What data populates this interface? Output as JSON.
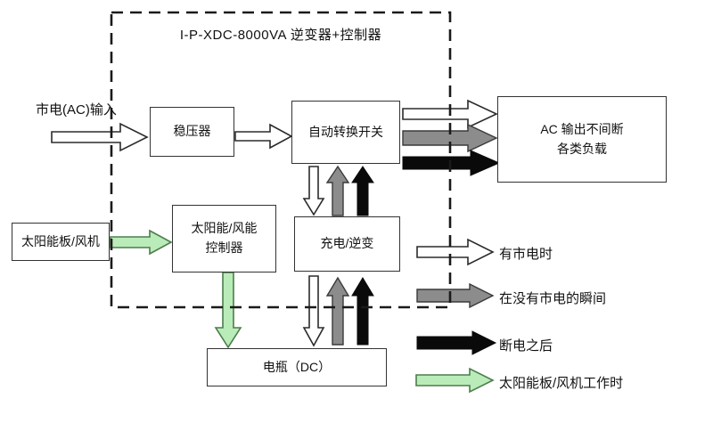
{
  "diagram": {
    "title": "I-P-XDC-8000VA 逆变器+控制器",
    "input_label": "市电(AC)输入",
    "boxes": {
      "stabilizer": "稳压器",
      "transfer_switch": "自动转换开关",
      "ac_output_line1": "AC 输出不间断",
      "ac_output_line2": "各类负载",
      "solar_panel": "太阳能板/风机",
      "solar_controller_line1": "太阳能/风能",
      "solar_controller_line2": "控制器",
      "charger_inverter": "充电/逆变",
      "battery": "电瓶（DC）"
    },
    "legend": {
      "items": [
        {
          "icon": "white-arrow-icon",
          "color": "#ffffff",
          "label": "有市电时"
        },
        {
          "icon": "gray-arrow-icon",
          "color": "#8c8c8c",
          "label": "在没有市电的瞬间"
        },
        {
          "icon": "black-arrow-icon",
          "color": "#0a0a0a",
          "label": "断电之后"
        },
        {
          "icon": "green-arrow-icon",
          "color": "#b9ecb9",
          "label": "太阳能板/风机工作时"
        }
      ]
    },
    "flows": [
      {
        "from": "市电(AC)输入",
        "to": "稳压器",
        "color": "white"
      },
      {
        "from": "稳压器",
        "to": "自动转换开关",
        "color": "white"
      },
      {
        "from": "自动转换开关",
        "to": "AC 输出不间断 各类负载",
        "color": "white"
      },
      {
        "from": "自动转换开关",
        "to": "AC 输出不间断 各类负载",
        "color": "gray"
      },
      {
        "from": "自动转换开关",
        "to": "AC 输出不间断 各类负载",
        "color": "black"
      },
      {
        "from": "自动转换开关",
        "to": "充电/逆变",
        "color": "white"
      },
      {
        "from": "充电/逆变",
        "to": "自动转换开关",
        "color": "gray"
      },
      {
        "from": "充电/逆变",
        "to": "自动转换开关",
        "color": "black"
      },
      {
        "from": "充电/逆变",
        "to": "电瓶（DC）",
        "color": "white"
      },
      {
        "from": "电瓶（DC）",
        "to": "充电/逆变",
        "color": "gray"
      },
      {
        "from": "电瓶（DC）",
        "to": "充电/逆变",
        "color": "black"
      },
      {
        "from": "太阳能板/风机",
        "to": "太阳能/风能 控制器",
        "color": "green"
      },
      {
        "from": "太阳能/风能 控制器",
        "to": "电瓶（DC）",
        "color": "green"
      }
    ],
    "colors": {
      "white_arrow": "#ffffff",
      "gray_arrow": "#8c8c8c",
      "black_arrow": "#0a0a0a",
      "green_arrow": "#b9ecb9",
      "line": "#1a1a1a"
    }
  }
}
